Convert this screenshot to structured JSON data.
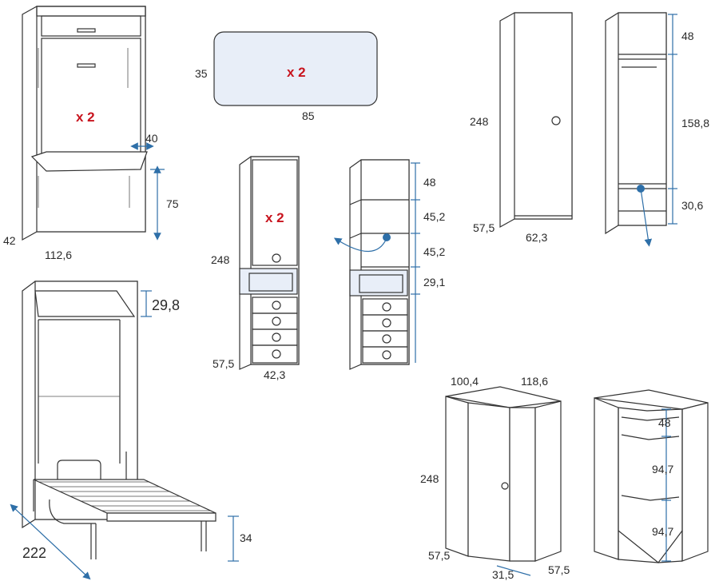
{
  "colors": {
    "outline": "#333333",
    "dimension": "#2e6fa8",
    "multiplier": "#c8141e",
    "panel": "#e8eef8"
  },
  "wall_bed_front": {
    "depth": "42",
    "width": "112,6",
    "desk_depth": "40",
    "desk_height": "75",
    "qty": "x 2"
  },
  "wall_bed_open": {
    "top_height": "29,8",
    "bed_height": "34",
    "length": "222"
  },
  "panel": {
    "height": "35",
    "width": "85",
    "qty": "x 2"
  },
  "bookcase": {
    "height": "248",
    "depth": "57,5",
    "width": "42,3",
    "qty": "x 2",
    "shelf_1": "48",
    "shelf_2": "45,2",
    "shelf_3": "45,2",
    "niche": "29,1"
  },
  "wardrobe": {
    "height": "248",
    "depth": "57,5",
    "width": "62,3",
    "top": "48",
    "middle": "158,8",
    "bottom": "30,6"
  },
  "corner": {
    "depth_left": "100,4",
    "depth_right": "118,6",
    "height": "248",
    "base_left": "57,5",
    "base_right": "57,5",
    "front": "31,5",
    "shelf_top": "48",
    "shelf_mid": "94,7",
    "shelf_low": "94,7"
  }
}
